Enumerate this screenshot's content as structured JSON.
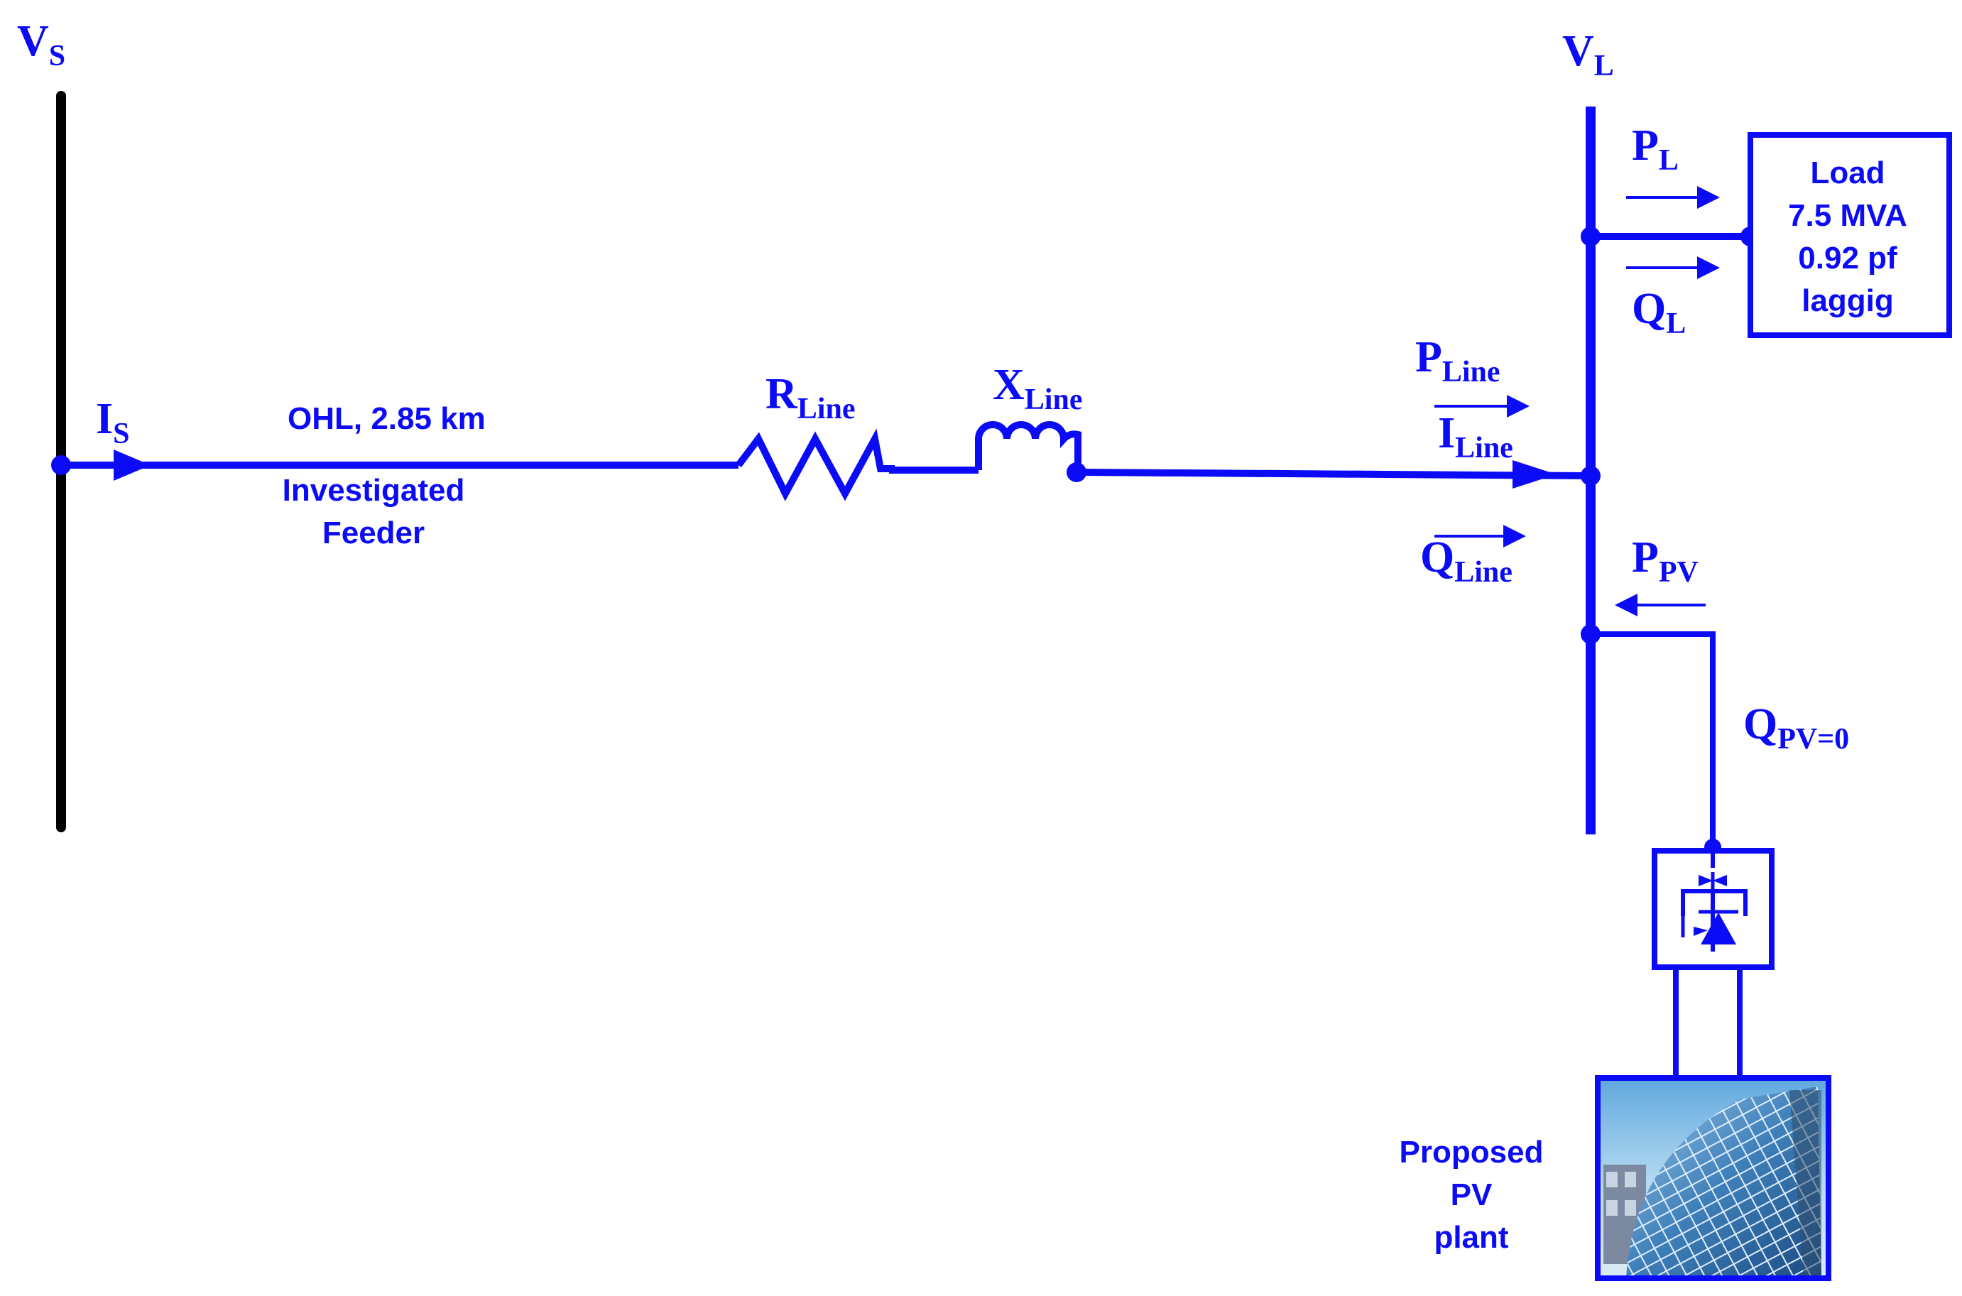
{
  "colors": {
    "circuit": "#0b0bf5",
    "source_bus": "#000000",
    "background": "#ffffff"
  },
  "source": {
    "voltage": {
      "main": "V",
      "sub": "S"
    },
    "current": {
      "main": "I",
      "sub": "S"
    }
  },
  "feeder": {
    "length_label": "OHL, 2.85 km",
    "name_line1": "Investigated",
    "name_line2": "Feeder"
  },
  "line": {
    "resistance": {
      "main": "R",
      "sub": "Line"
    },
    "reactance": {
      "main": "X",
      "sub": "Line"
    },
    "active_power": {
      "main": "P",
      "sub": "Line"
    },
    "current": {
      "main": "I",
      "sub": "Line"
    },
    "reactive_power": {
      "main": "Q",
      "sub": "Line"
    }
  },
  "load_bus": {
    "voltage": {
      "main": "V",
      "sub": "L"
    }
  },
  "load": {
    "active_power": {
      "main": "P",
      "sub": "L"
    },
    "reactive_power": {
      "main": "Q",
      "sub": "L"
    },
    "box_lines": [
      "Load",
      "7.5 MVA",
      "0.92 pf",
      "laggig"
    ]
  },
  "pv": {
    "active_power": {
      "main": "P",
      "sub": "PV"
    },
    "reactive_power": {
      "main": "Q",
      "sub": "PV=0"
    },
    "plant_label": [
      "Proposed",
      "PV",
      "plant"
    ]
  },
  "icons": [
    "inverter-icon",
    "solar-panel-icon"
  ]
}
